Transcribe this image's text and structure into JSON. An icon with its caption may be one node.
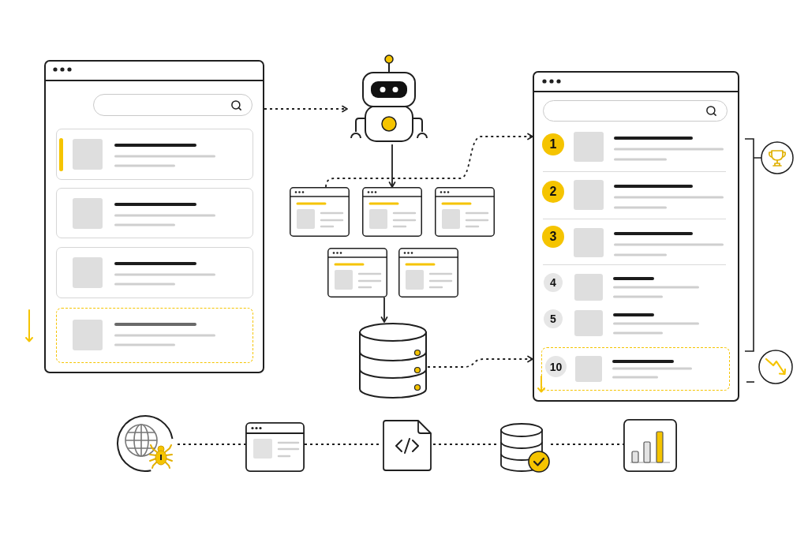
{
  "diagram": {
    "nodes": [
      {
        "text": [],
        "shape": "picture"
      },
      {
        "text": [],
        "shape": "picture"
      },
      {
        "text": [],
        "shape": "picture"
      },
      {
        "text": [],
        "shape": "picture"
      },
      {
        "text": [],
        "shape": "picture"
      },
      {
        "text": [],
        "shape": "picture"
      },
      {
        "text": [],
        "shape": "picture"
      },
      {
        "text": [],
        "shape": "cylinder"
      },
      {
        "text": [],
        "shape": "picture"
      },
      {
        "text": [
          "1"
        ],
        "in": 8
      },
      {
        "text": [
          "2"
        ],
        "in": 8
      },
      {
        "text": [
          "3"
        ],
        "in": 8
      },
      {
        "text": [
          "4"
        ],
        "in": 8
      },
      {
        "text": [
          "5"
        ],
        "in": 8
      },
      {
        "text": [],
        "shape": "box",
        "in": 8
      },
      {
        "text": [
          "10"
        ],
        "in": 14
      },
      {
        "text": [],
        "shape": "picture"
      },
      {
        "text": [],
        "shape": "picture"
      },
      {
        "text": [],
        "shape": "picture"
      },
      {
        "text": [],
        "shape": "cylinder"
      },
      {
        "text": [],
        "shape": "picture"
      }
    ],
    "edges": [
      {
        "from": 0,
        "to": 1,
        "arrow": "to",
        "style": "dashed"
      },
      {
        "from": 1,
        "to": 3,
        "arrow": "to"
      },
      {
        "from": 2,
        "to": 8,
        "arrow": "to",
        "style": "dashed"
      },
      {
        "from": 5,
        "to": 7,
        "arrow": "to"
      },
      {
        "from": 7,
        "to": 8,
        "arrow": "to",
        "style": "dashed"
      },
      {
        "from": 16,
        "to": 17,
        "arrow": "none",
        "style": "dashed"
      },
      {
        "from": 17,
        "to": 18,
        "arrow": "none",
        "style": "dashed"
      },
      {
        "from": 18,
        "to": 19,
        "arrow": "none",
        "style": "dashed"
      },
      {
        "from": 19,
        "to": 20,
        "arrow": "none",
        "style": "dashed"
      }
    ]
  }
}
